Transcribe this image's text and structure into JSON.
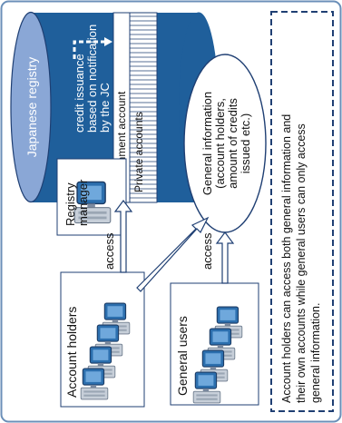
{
  "registry": {
    "title": "Japanese registry",
    "issuance_note": [
      "credit issuance",
      "based on notification",
      "by the JC"
    ],
    "government_account": "Government account",
    "private_accounts": "Private accounts",
    "registry_manager": [
      "Registry",
      "manager"
    ],
    "general_information": [
      "General information",
      "(account holders,",
      "amount of credits",
      "issued etc.)"
    ]
  },
  "users": {
    "account_holders": "Account holders",
    "general_users": "General users",
    "access_label": "access"
  },
  "note": {
    "lines": [
      "Account holders can access both general information and",
      "their own accounts while general users can only access",
      "general information."
    ]
  },
  "colors": {
    "cylinder_fill": "#1f5f9b",
    "cylinder_top": "#8aa7d6",
    "outline": "#1f3f73",
    "dash": "#1f3f73",
    "arrow": "#1f3f73"
  }
}
